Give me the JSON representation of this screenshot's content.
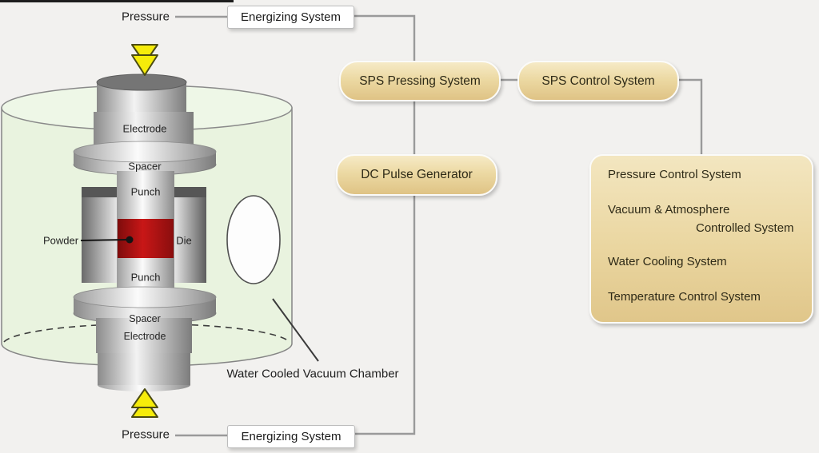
{
  "chamber": {
    "pressure_top": "Pressure",
    "pressure_bottom": "Pressure",
    "caption": "Water Cooled Vacuum Chamber",
    "parts": {
      "electrode_top": "Electrode",
      "spacer_top": "Spacer",
      "punch_top": "Punch",
      "powder": "Powder",
      "die": "Die",
      "punch_bottom": "Punch",
      "spacer_bottom": "Spacer",
      "electrode_bottom": "Electrode"
    }
  },
  "boxes": {
    "energizing_top": "Energizing System",
    "energizing_bottom": "Energizing System",
    "sps_pressing": "SPS Pressing System",
    "sps_control": "SPS Control System",
    "dc_pulse": "DC Pulse Generator"
  },
  "control_panel": {
    "items": [
      "Pressure Control System",
      "Vacuum & Atmosphere",
      "Controlled System",
      "Water Cooling System",
      "Temperature Control System"
    ]
  },
  "colors": {
    "background": "#f2f1ef",
    "chamber_green": "#e9f3df",
    "box_tan": "#ecd9a3",
    "powder_red": "#c01515",
    "arrow_yellow": "#f6ec0a",
    "connector_gray": "#9a9a9a"
  }
}
